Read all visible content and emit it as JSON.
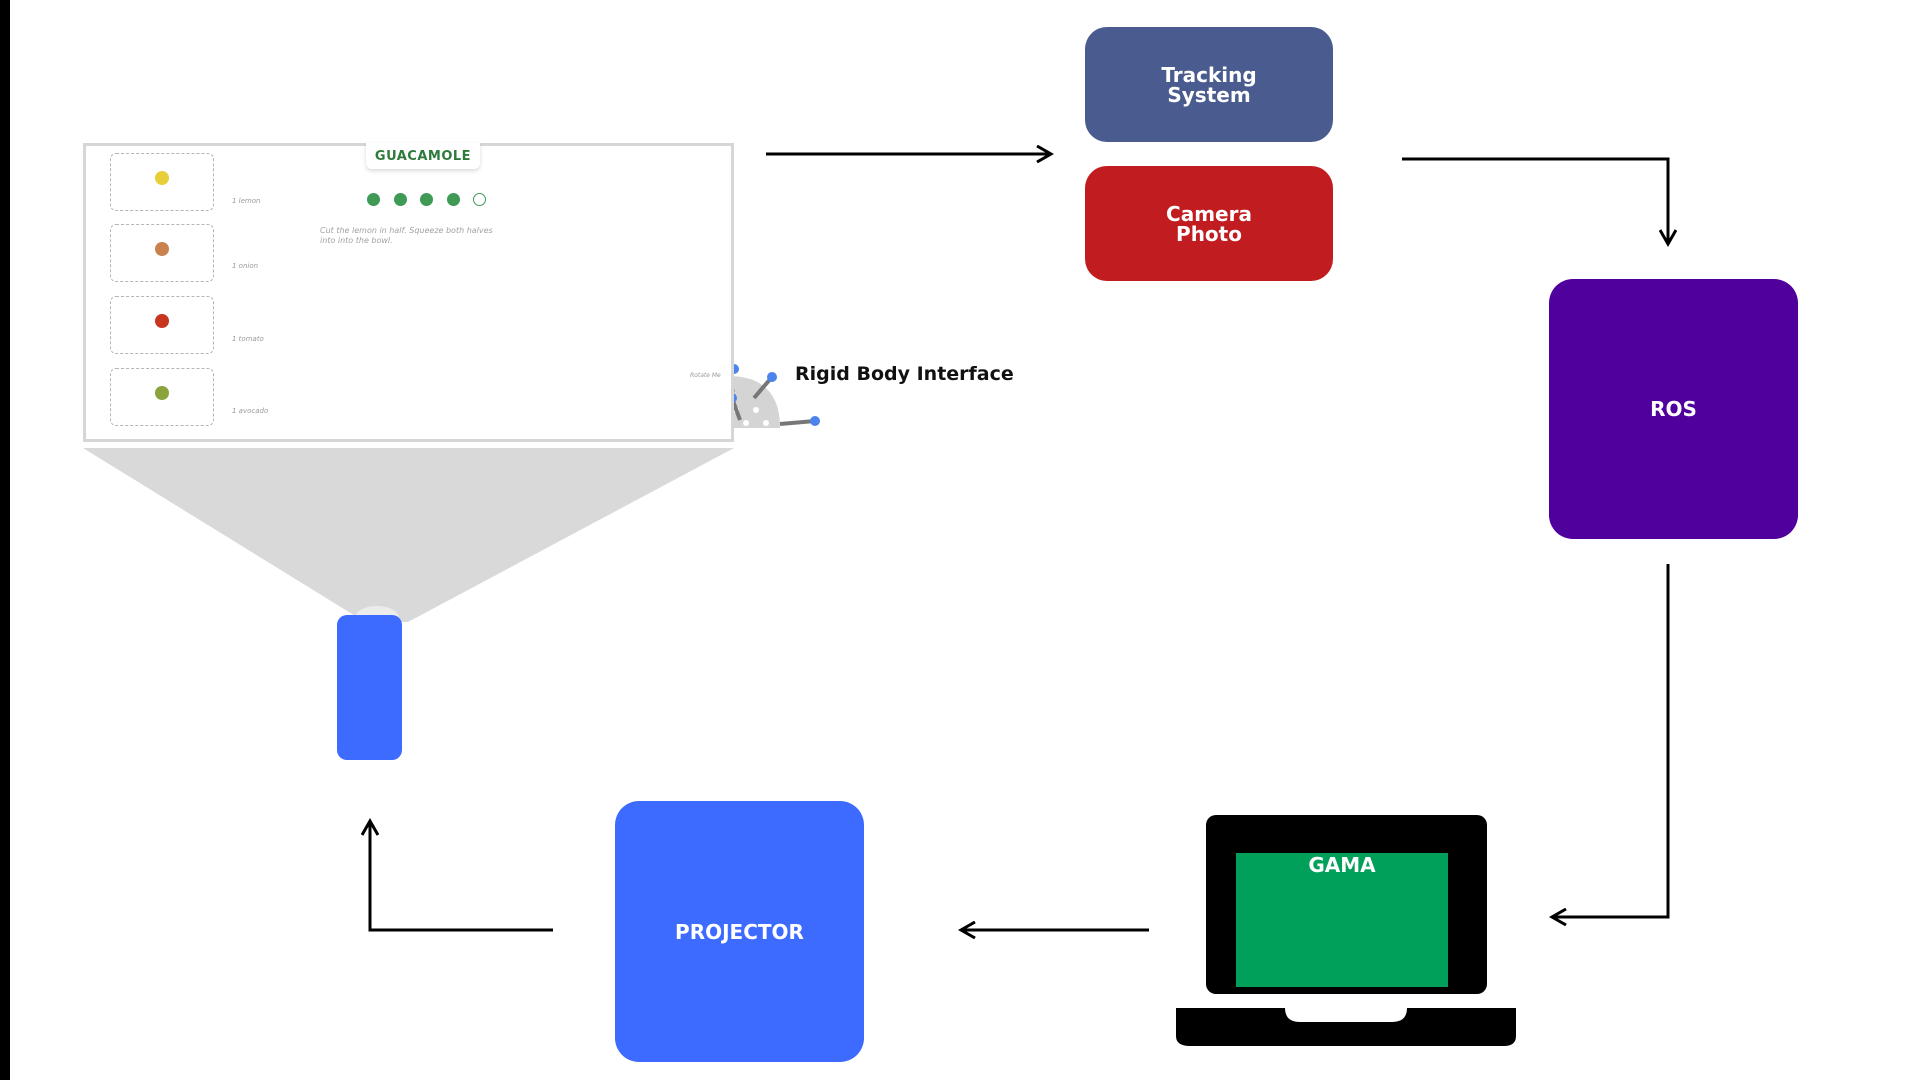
{
  "nodes": {
    "tracking": "Tracking\nSystem",
    "camera": "Camera\nPhoto",
    "ros": "ROS",
    "gama": "GAMA",
    "projector": "PROJECTOR"
  },
  "rigid_body_label": "Rigid Body Interface",
  "rotate_hint": "Rotate Me",
  "recipe": {
    "title": "GUACAMOLE",
    "ingredients": [
      {
        "label": "1 lemon",
        "color": "#e8cf3a"
      },
      {
        "label": "1 onion",
        "color": "#c9824e"
      },
      {
        "label": "1 tomato",
        "color": "#c9361f"
      },
      {
        "label": "1 avocado",
        "color": "#8aa33a"
      }
    ],
    "instruction": "Cut the lemon in half. Squeeze both halves into into the bowl.",
    "steps_done": 4,
    "steps_total": 5
  },
  "colors": {
    "tracking": "#4a5b8f",
    "camera": "#c11c1f",
    "ros": "#4f009d",
    "gama_screen": "#00a05a",
    "projector": "#3d6aff",
    "step_dot": "#3f9a56"
  }
}
